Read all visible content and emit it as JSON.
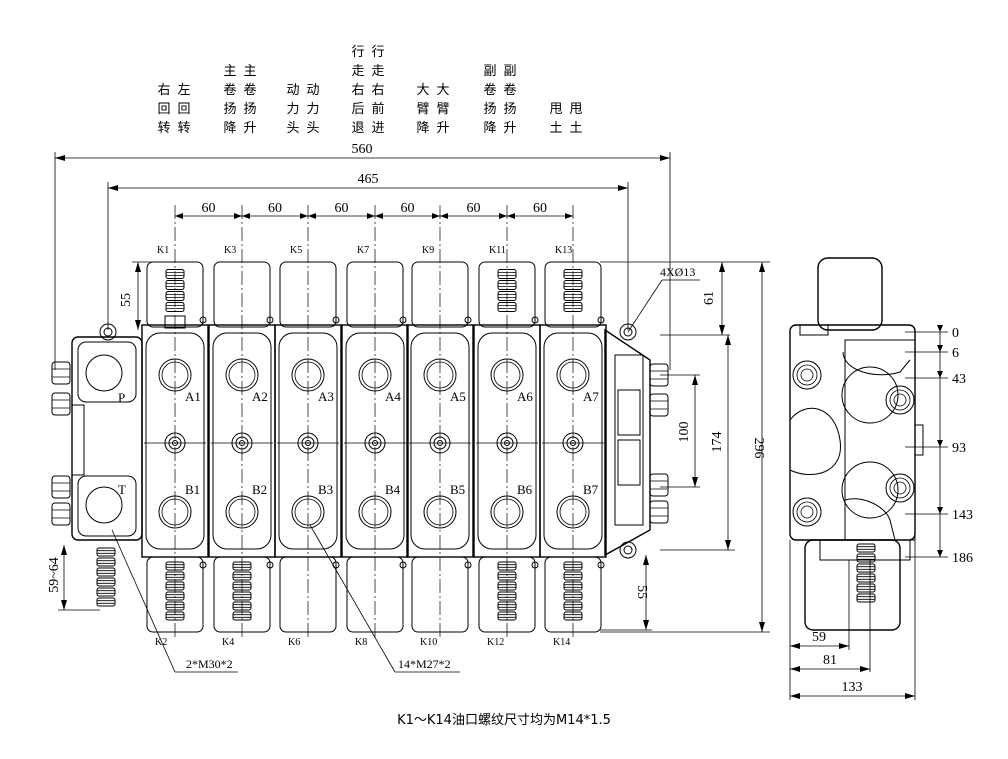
{
  "functions": [
    {
      "id": "f1",
      "text": "右回转"
    },
    {
      "id": "f2",
      "text": "左回转"
    },
    {
      "id": "f3",
      "text": "主卷扬降"
    },
    {
      "id": "f4",
      "text": "主卷扬升"
    },
    {
      "id": "f5",
      "text": "动力头"
    },
    {
      "id": "f6",
      "text": "动力头"
    },
    {
      "id": "f7",
      "text": "行走右后退"
    },
    {
      "id": "f8",
      "text": "行走右前进"
    },
    {
      "id": "f9",
      "text": "大臂降"
    },
    {
      "id": "f10",
      "text": "大臂升"
    },
    {
      "id": "f11",
      "text": "副卷扬降"
    },
    {
      "id": "f12",
      "text": "副卷扬升"
    },
    {
      "id": "f13",
      "text": "甩土"
    },
    {
      "id": "f14",
      "text": "甩土"
    }
  ],
  "dims": {
    "overall": "560",
    "span": "465",
    "pitch": [
      "60",
      "60",
      "60",
      "60",
      "60",
      "60"
    ],
    "top55": "55",
    "bottom55": "55",
    "d61": "61",
    "d100": "100",
    "d174": "174",
    "d296": "296",
    "d5964": "59~64",
    "side": [
      "0",
      "6",
      "43",
      "93",
      "143",
      "186"
    ],
    "side59": "59",
    "side81": "81",
    "side133": "133"
  },
  "labels": {
    "hole": "4XØ13",
    "thread_pt": "2*M30*2",
    "thread_ab": "14*M27*2",
    "note": "K1～K14油口螺纹尺寸均为M14*1.5",
    "P": "P",
    "T": "T"
  },
  "ports_top": [
    "K1",
    "K3",
    "K5",
    "K7",
    "K9",
    "K11",
    "K13"
  ],
  "ports_bottom": [
    "K2",
    "K4",
    "K6",
    "K8",
    "K10",
    "K12",
    "K14"
  ],
  "ports_a": [
    "A1",
    "A2",
    "A3",
    "A4",
    "A5",
    "A6",
    "A7"
  ],
  "ports_b": [
    "B1",
    "B2",
    "B3",
    "B4",
    "B5",
    "B6",
    "B7"
  ]
}
